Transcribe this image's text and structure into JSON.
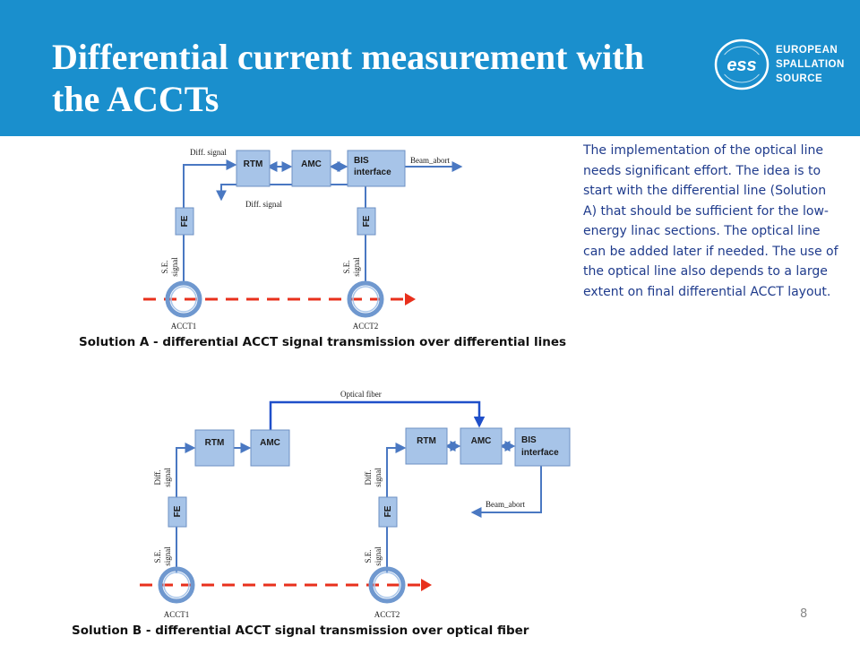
{
  "slide": {
    "title": "Differential current measurement with the ACCTs",
    "description": "The implementation of the optical line needs significant effort. The idea is to start with the differential line (Solution A) that should be sufficient for the low-energy linac sections. The optical line can be added later if needed. The use of the optical line also depends to a large extent on final differential ACCT layout.",
    "page_number": "8",
    "colors": {
      "header": "#1a8fcd",
      "box": "#a7c4e8",
      "wire": "#4a78c2",
      "beam": "#e8301c",
      "description_text": "#1f3b8c"
    }
  },
  "logo": {
    "line1": "EUROPEAN",
    "line2": "SPALLATION",
    "line3": "SOURCE",
    "mark": "ess"
  },
  "solution_a": {
    "caption": "Solution A - differential ACCT signal transmission over differential lines",
    "rtm": "RTM",
    "amc": "AMC",
    "bis_line1": "BIS",
    "bis_line2": "interface",
    "beam_abort": "Beam_abort",
    "diff_signal_top": "Diff. signal",
    "diff_signal_mid": "Diff. signal",
    "fe_left": "FE",
    "fe_right": "FE",
    "se_left_1": "S.E.",
    "se_left_2": "signal",
    "se_right_1": "S.E.",
    "se_right_2": "signal",
    "acct1": "ACCT1",
    "acct2": "ACCT2"
  },
  "solution_b": {
    "caption": "Solution B - differential ACCT signal transmission over optical fiber",
    "optical_fiber": "Optical fiber",
    "rtm_left": "RTM",
    "amc_left": "AMC",
    "rtm_right": "RTM",
    "amc_right": "AMC",
    "bis_line1": "BIS",
    "bis_line2": "interface",
    "beam_abort": "Beam_abort",
    "diff_left_1": "Diff.",
    "diff_left_2": "signal",
    "diff_right_1": "Diff.",
    "diff_right_2": "signal",
    "fe_left": "FE",
    "fe_right": "FE",
    "se_left_1": "S.E.",
    "se_left_2": "signal",
    "se_right_1": "S.E.",
    "se_right_2": "signal",
    "acct1": "ACCT1",
    "acct2": "ACCT2"
  }
}
